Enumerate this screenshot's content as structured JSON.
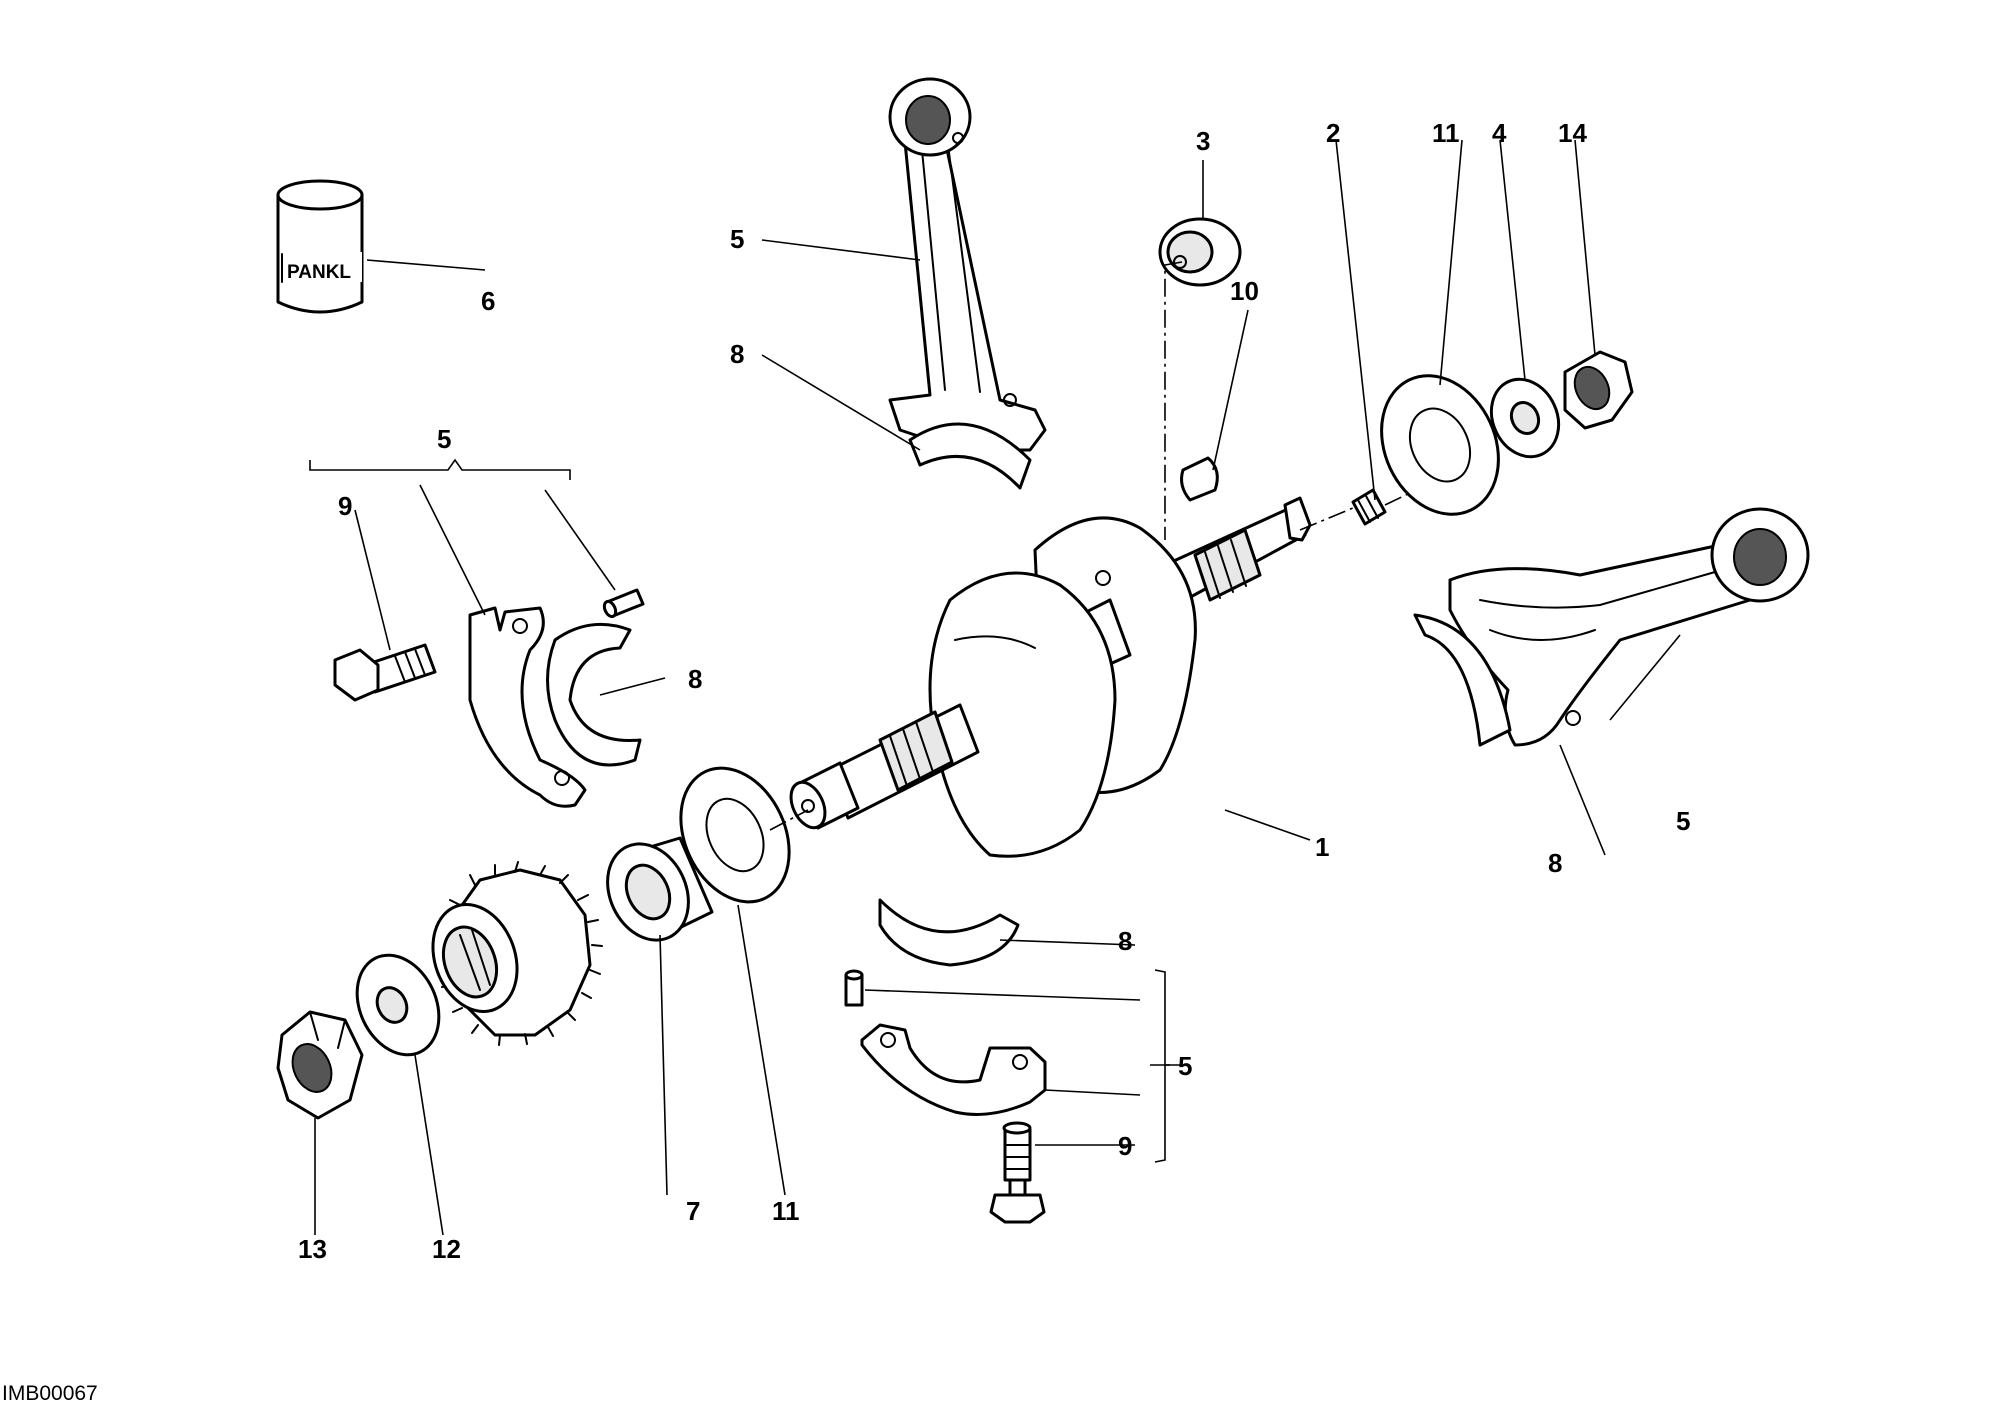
{
  "figure_code": "IMB00067",
  "brand_label": "PANKL",
  "callouts": {
    "crankshaft": "1",
    "grub_screw": "2",
    "plug": "3",
    "washer_right": "4",
    "conrod_top": "5",
    "conrod_right": "5",
    "conrod_kit_left": "5",
    "conrod_kit_bottom": "5",
    "pankl_bottle": "6",
    "bushing": "7",
    "half_bearing_top": "8",
    "half_bearing_left": "8",
    "half_bearing_right": "8",
    "half_bearing_bottom": "8",
    "screw_left": "9",
    "screw_bottom": "9",
    "key": "10",
    "shim_top_right": "11",
    "shim_bottom": "11",
    "washer_left": "12",
    "nut": "13",
    "nut_right": "14"
  }
}
